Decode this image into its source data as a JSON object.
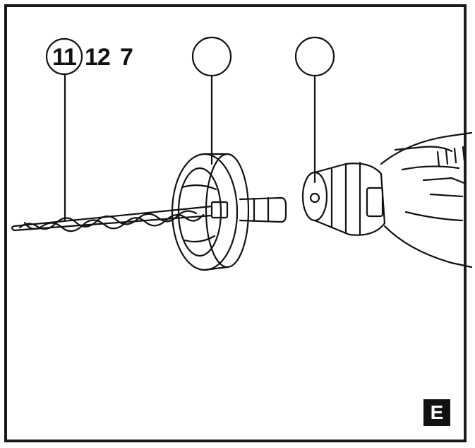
{
  "callouts": {
    "label_a": "11",
    "label_b": "12",
    "label_c": "7"
  },
  "figure_letter": "E",
  "colors": {
    "line": "#111111",
    "background": "#ffffff"
  }
}
